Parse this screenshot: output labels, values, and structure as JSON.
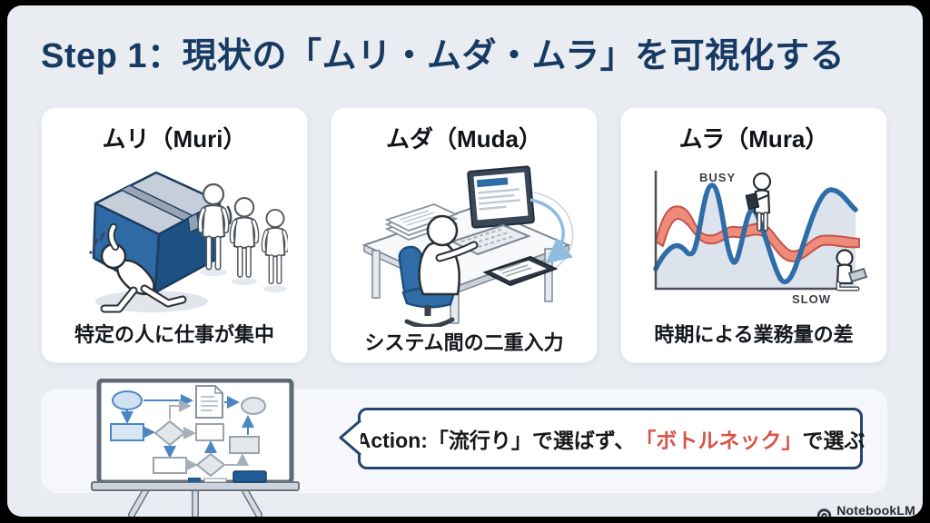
{
  "page": {
    "title": "Step 1：現状の「ムリ・ムダ・ムラ」を可視化する"
  },
  "cards": [
    {
      "title": "ムリ（Muri）",
      "caption": "特定の人に仕事が集中",
      "illustration": "person-buckling-under-heavy-blue-box-while-three-people-watch"
    },
    {
      "title": "ムダ（Muda）",
      "caption": "システム間の二重入力",
      "illustration": "worker-retyping-data-from-desktop-monitor-into-tablet"
    },
    {
      "title": "ムラ（Mura）",
      "caption": "時期による業務量の差",
      "illustration": "workload-wave-chart-with-busy-peak-and-slow-valley",
      "labels": {
        "busy": "BUSY",
        "slow": "SLOW"
      }
    }
  ],
  "action": {
    "prefix": "Action:「流行り」で選ばず、",
    "highlight": "「ボトルネック」",
    "suffix": "で選ぶ"
  },
  "brand": {
    "name": "NotebookLM"
  },
  "colors": {
    "title_navy": "#173a63",
    "accent_blue": "#2e6da6",
    "accent_dark_blue": "#1e5183",
    "salmon_red": "#ef8b7b",
    "highlight_red": "#d9534a",
    "bubble_border_navy": "#24456e",
    "slide_bg": "#e9edf2",
    "band_bg": "#f5f7fa",
    "card_bg": "#ffffff"
  }
}
